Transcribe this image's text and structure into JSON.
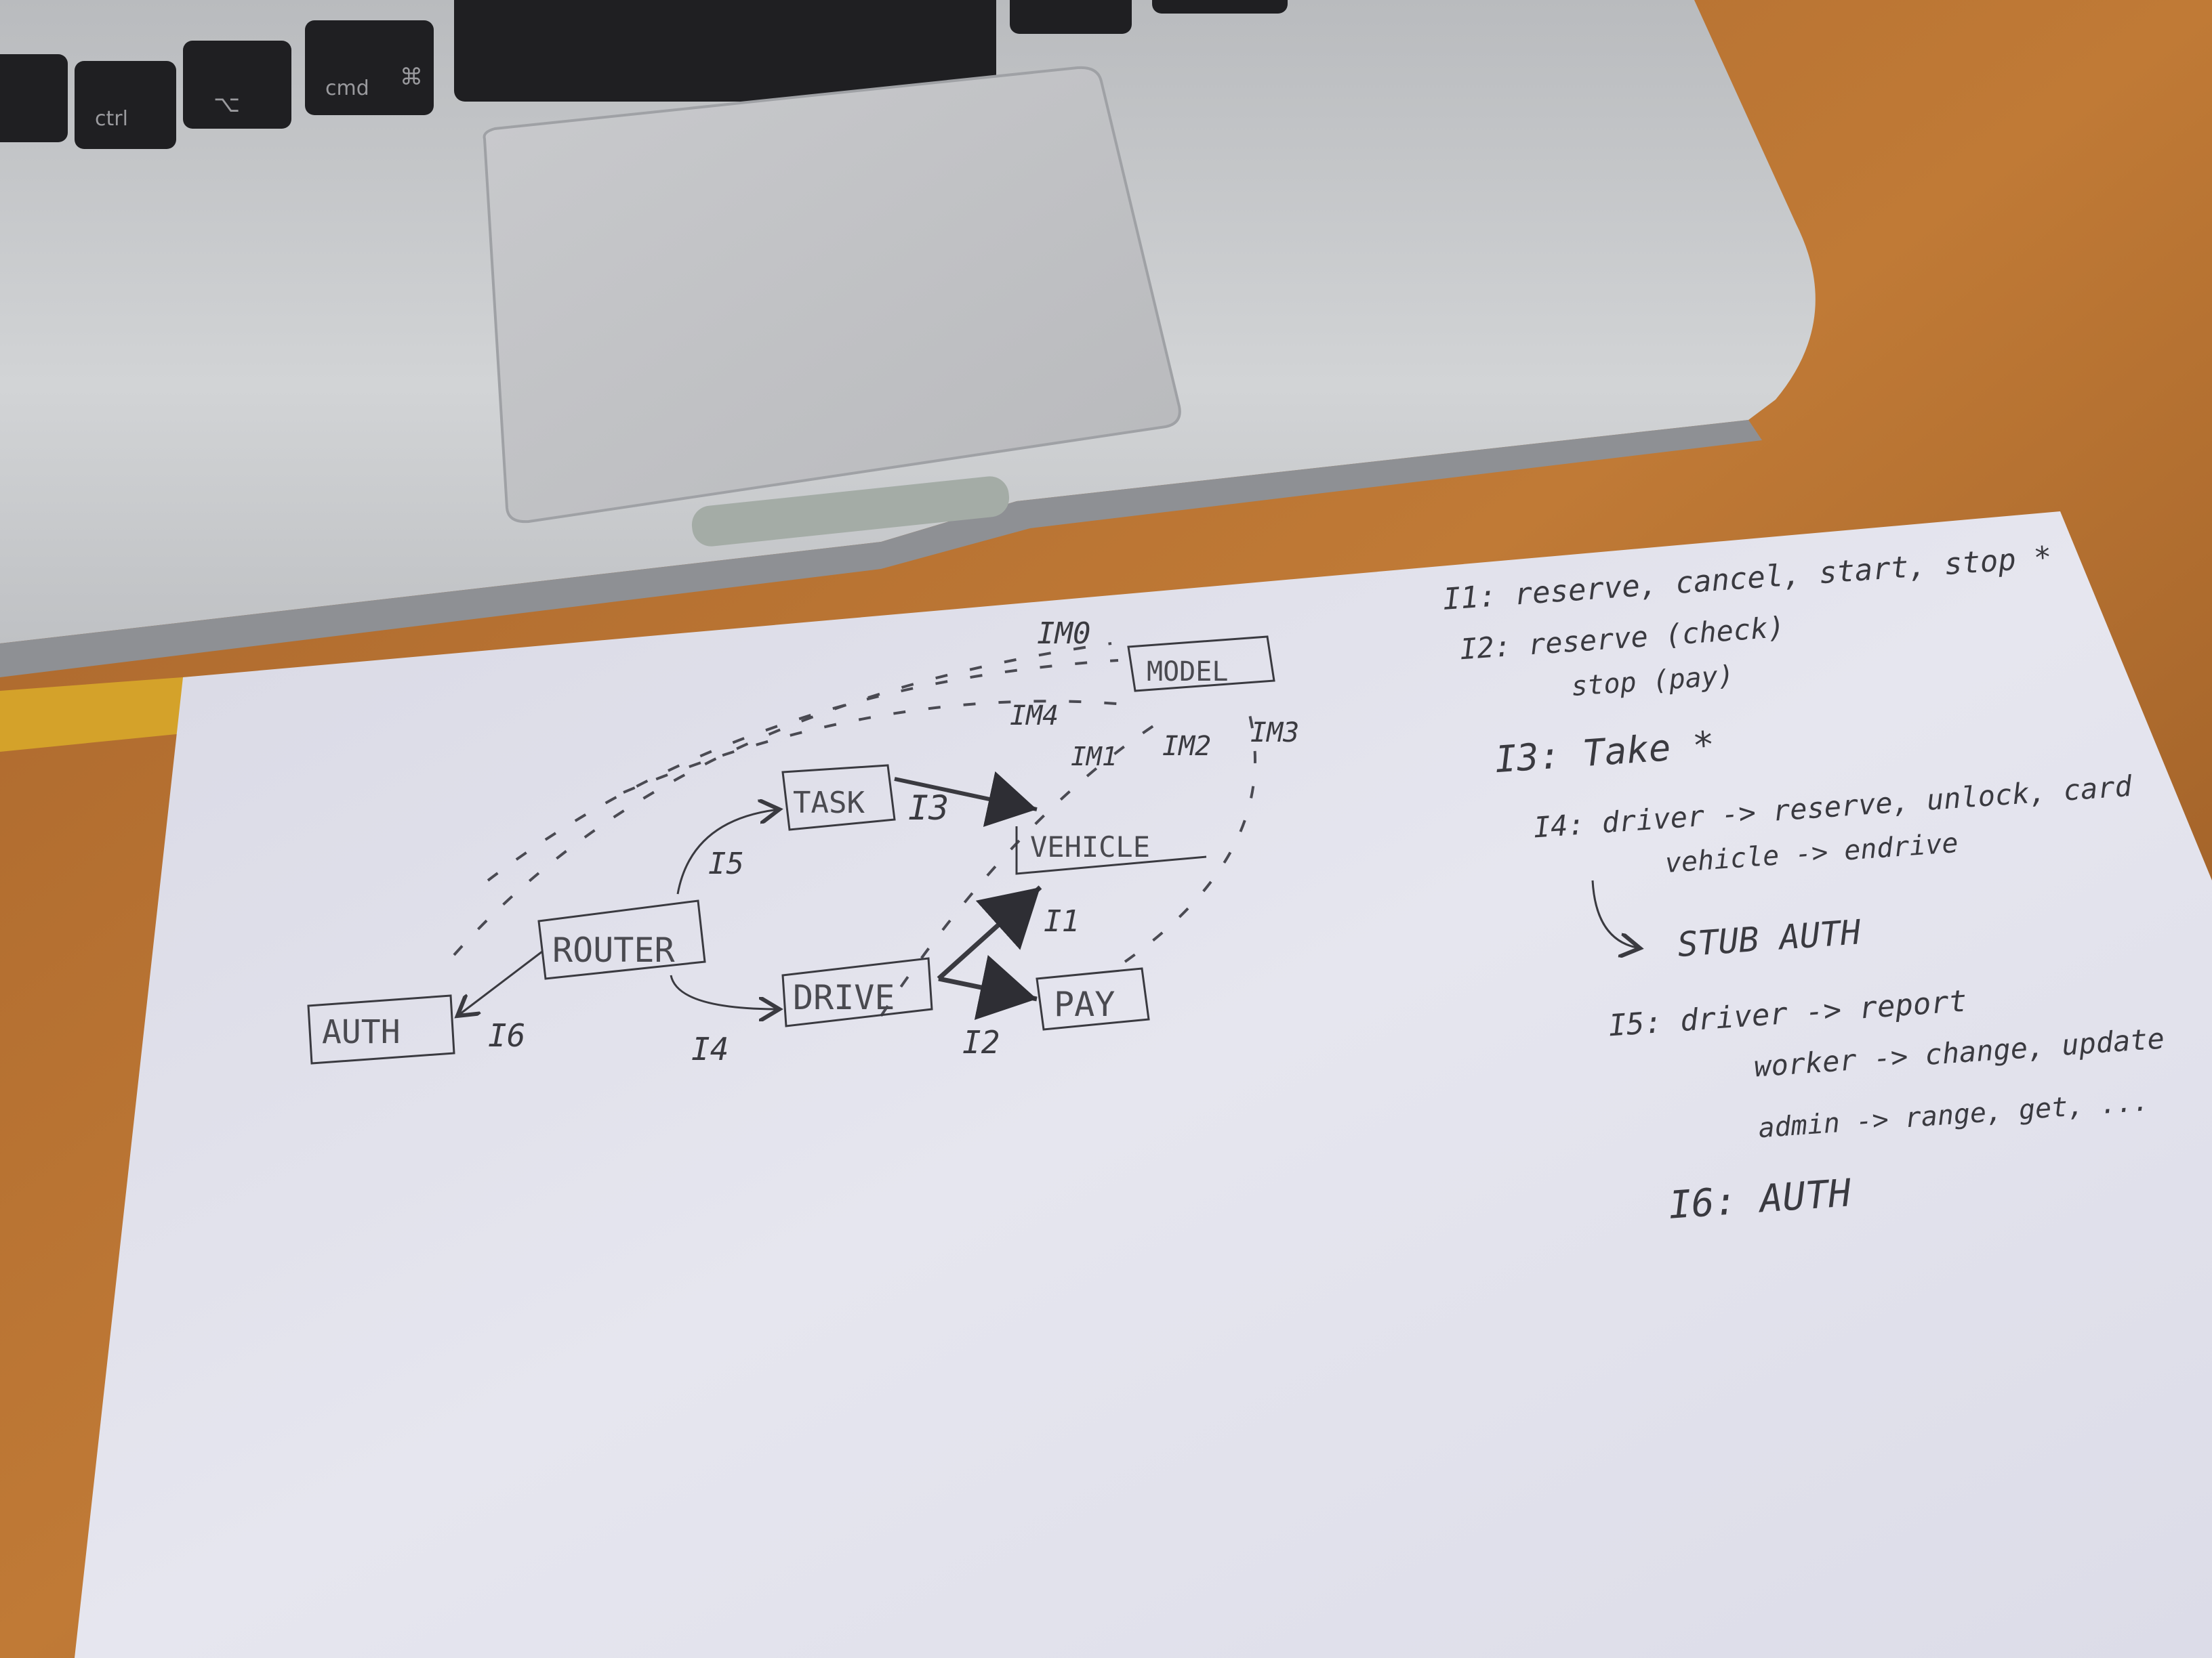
{
  "laptop": {
    "keys": {
      "ctrl": "ctrl",
      "cmd": "cmd",
      "cmd_symbol": "⌘",
      "option_symbol": "⌥"
    }
  },
  "diagram": {
    "nodes": {
      "model": "MODEL",
      "task": "TASK",
      "vehicle": "VEHICLE",
      "router": "ROUTER",
      "drive": "DRIVE",
      "pay": "PAY",
      "auth": "AUTH"
    },
    "edges": {
      "im0": "IM0",
      "im4": "IM4",
      "im1": "IM1",
      "im2": "IM2",
      "im3": "IM3",
      "i3": "I3",
      "i5": "I5",
      "i1": "I1",
      "i2": "I2",
      "i4": "I4",
      "i6": "I6"
    }
  },
  "notes": {
    "i1": "I1: reserve, cancel, start, stop *",
    "i2_line1": "I2: reserve (check)",
    "i2_line2": "stop (pay)",
    "i3": "I3: Take *",
    "i4_line1": "I4: driver -> reserve, unlock, card",
    "i4_line2": "vehicle -> endrive",
    "stub_auth": "STUB AUTH",
    "i5_line1": "I5: driver -> report",
    "i5_line2": "worker -> change, update",
    "i5_line3": "admin -> range, get, ...",
    "i6": "I6: AUTH"
  },
  "colors": {
    "table": "#b9732f",
    "laptop": "#c9cbcd",
    "paper": "#e2e2ec",
    "pencil_graphite": "#3a3a40"
  }
}
